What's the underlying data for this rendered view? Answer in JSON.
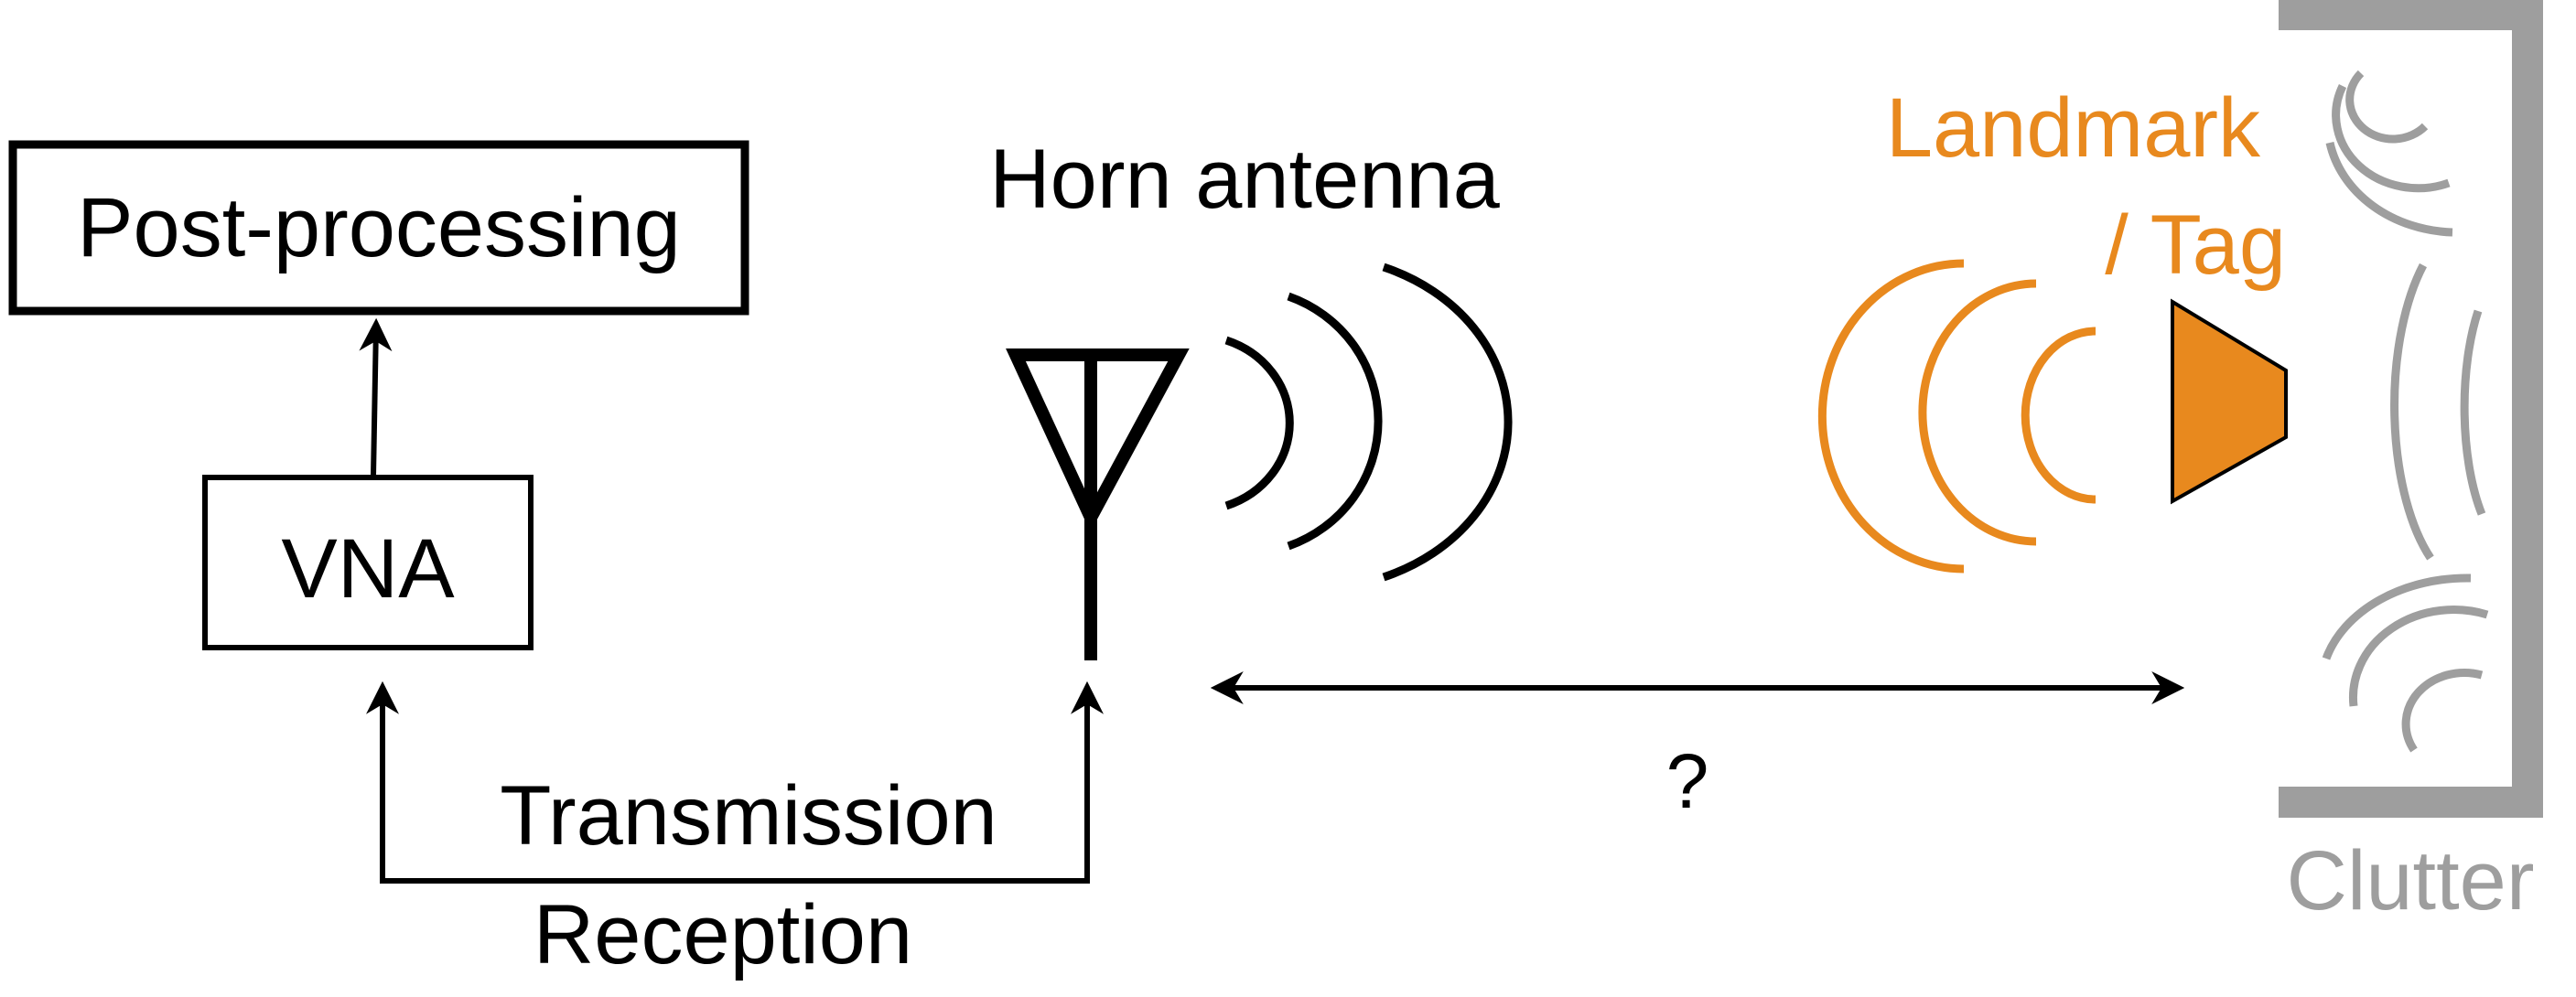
{
  "labels": {
    "post_processing": "Post-processing",
    "vna": "VNA",
    "horn_antenna": "Horn antenna",
    "transmission": "Transmission",
    "reception": "Reception",
    "question": "?",
    "landmark_line1": "Landmark",
    "landmark_line2": "/ Tag",
    "clutter": "Clutter"
  },
  "colors": {
    "ink": "#000000",
    "landmark": "#E8891E",
    "clutter": "#9E9E9E"
  }
}
